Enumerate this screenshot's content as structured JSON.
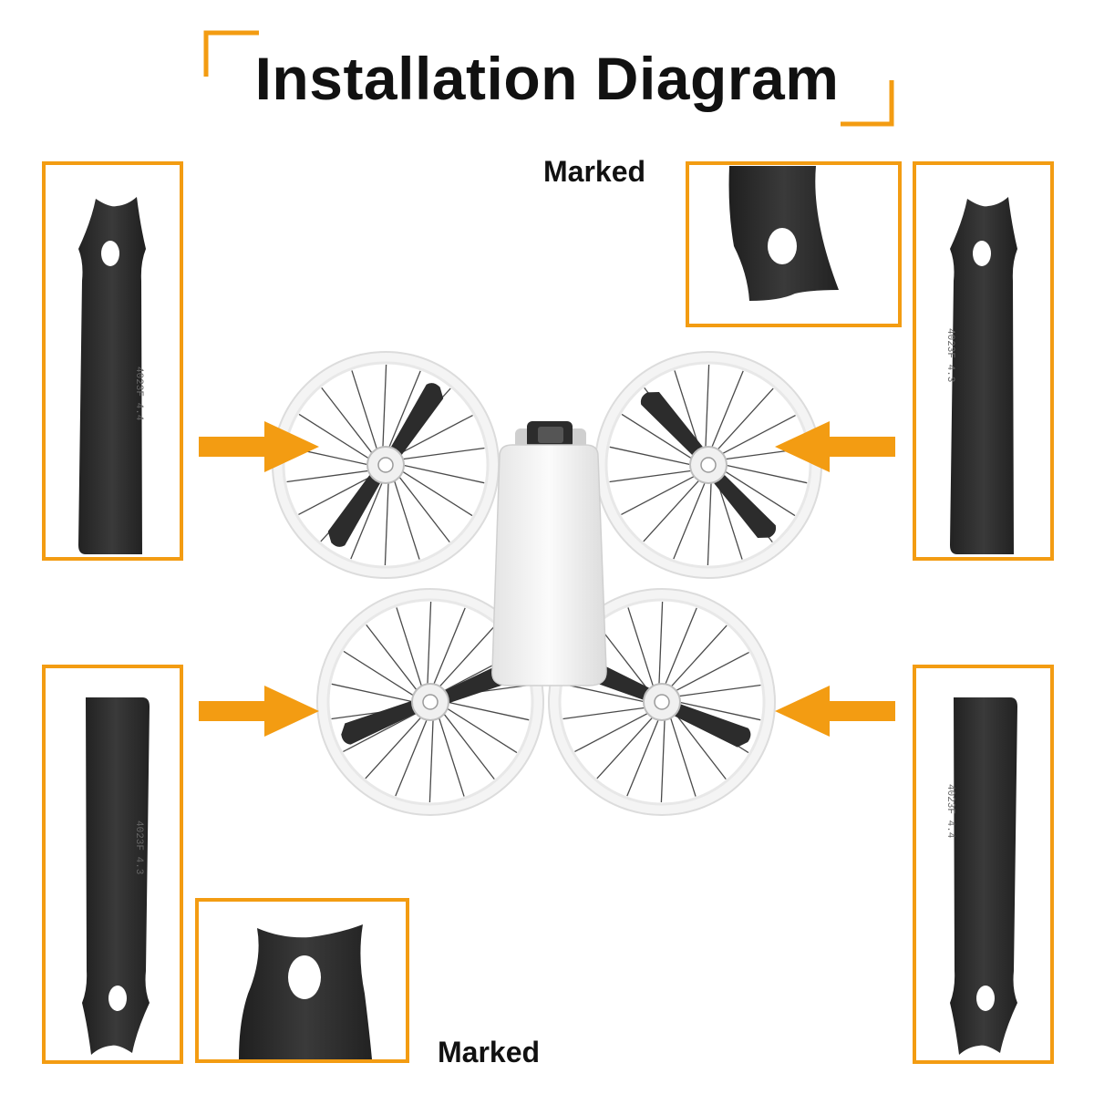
{
  "title": "Installation Diagram",
  "labels": {
    "marked_top": "Marked",
    "marked_bottom": "Marked"
  },
  "blade_text": {
    "left_top": "4023F 4.4",
    "right_top": "4023F 4.3",
    "left_bottom": "4023F 4.3",
    "right_bottom": "4023F 4.4"
  },
  "colors": {
    "accent": "#f39c12",
    "blade": "#2f2f2f",
    "guard": "#f2f2f2",
    "text": "#111111"
  },
  "icons": {
    "arrow": "arrow-right-icon",
    "propeller": "propeller-guard-icon"
  }
}
